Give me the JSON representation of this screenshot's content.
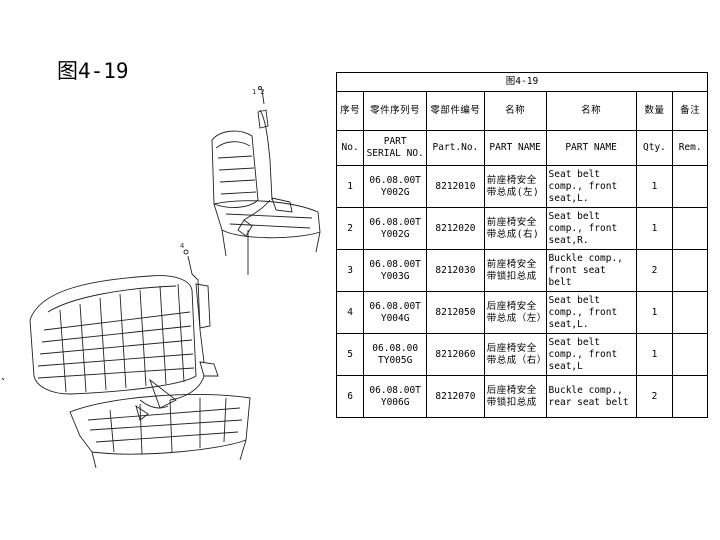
{
  "figure_title": "图4-19",
  "table": {
    "caption": "图4-19",
    "headers_cn": [
      "序号",
      "零件序列号",
      "零部件编号",
      "名称",
      "名称",
      "数量",
      "备注"
    ],
    "headers_en": [
      "No.",
      "PART SERIAL NO.",
      "Part.No.",
      "PART NAME",
      "PART NAME",
      "Qty.",
      "Rem."
    ],
    "rows": [
      {
        "no": "1",
        "serial": "06.08.00T Y002G",
        "part_no": "8212010",
        "name_cn": "前座椅安全带总成(左)",
        "name_en": "Seat belt comp., front seat,L.",
        "qty": "1",
        "rem": ""
      },
      {
        "no": "2",
        "serial": "06.08.00T Y002G",
        "part_no": "8212020",
        "name_cn": "前座椅安全带总成(右)",
        "name_en": "Seat belt comp., front seat,R.",
        "qty": "1",
        "rem": ""
      },
      {
        "no": "3",
        "serial": "06.08.00T Y003G",
        "part_no": "8212030",
        "name_cn": "前座椅安全带锁扣总成",
        "name_en": "Buckle comp., front seat belt",
        "qty": "2",
        "rem": ""
      },
      {
        "no": "4",
        "serial": "06.08.00T Y004G",
        "part_no": "8212050",
        "name_cn": "后座椅安全带总成（左）",
        "name_en": "Seat belt comp., front seat,L.",
        "qty": "1",
        "rem": ""
      },
      {
        "no": "5",
        "serial": "06.08.00 TY005G",
        "part_no": "8212060",
        "name_cn": "后座椅安全带总成（右）",
        "name_en": "Seat belt comp., front seat,L",
        "qty": "1",
        "rem": ""
      },
      {
        "no": "6",
        "serial": "06.08.00T Y006G",
        "part_no": "8212070",
        "name_cn": "后座椅安全带锁扣总成",
        "name_en": "Buckle comp., rear seat belt",
        "qty": "2",
        "rem": ""
      }
    ]
  }
}
